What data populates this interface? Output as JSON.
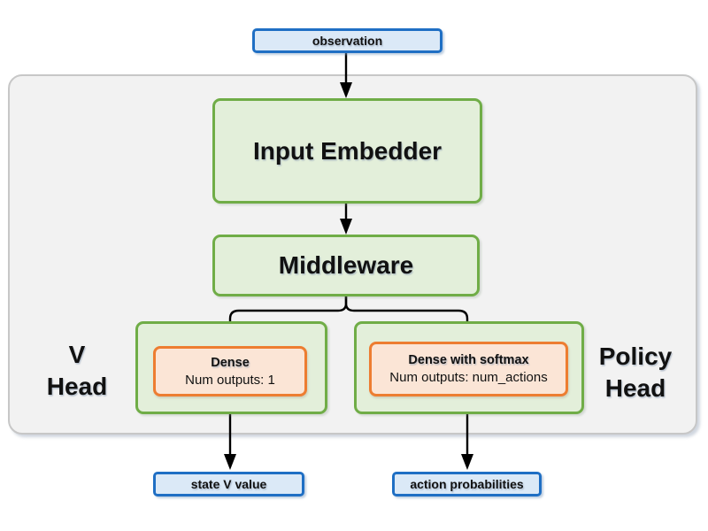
{
  "diagram": {
    "nodes": {
      "observation": "observation",
      "input_embedder": "Input Embedder",
      "middleware": "Middleware",
      "v_dense_title": "Dense",
      "v_dense_subtitle": "Num outputs: 1",
      "policy_dense_title": "Dense with softmax",
      "policy_dense_subtitle": "Num outputs: num_actions",
      "state_v_value": "state V value",
      "action_probabilities": "action probabilities"
    },
    "labels": {
      "v_head_line1": "V",
      "v_head_line2": "Head",
      "policy_head_line1": "Policy",
      "policy_head_line2": "Head"
    },
    "colors": {
      "blue_border": "#1f6fc4",
      "blue_fill": "#dbe9f7",
      "green_border": "#70ad47",
      "green_fill": "#e3efda",
      "orange_border": "#ed7d31",
      "orange_fill": "#fbe5d6",
      "container_fill": "#f2f2f2",
      "container_border": "#c7c7c7",
      "connector": "#000000"
    }
  }
}
